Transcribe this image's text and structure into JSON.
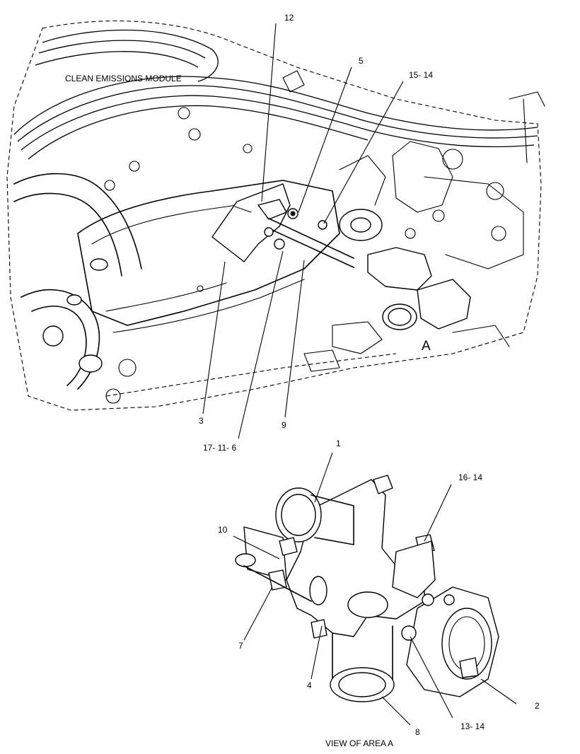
{
  "module_label": "CLEAN EMISSIONS MODULE",
  "area_marker": "A",
  "view_caption": "VIEW OF AREA  A",
  "callouts_main": {
    "c12": "12",
    "c5": "5",
    "c15_14": "15- 14",
    "c3": "3",
    "c17_11_6": "17- 11- 6",
    "c9": "9"
  },
  "callouts_detail": {
    "c1": "1",
    "c16_14": "16- 14",
    "c10": "10",
    "c7": "7",
    "c4": "4",
    "c8": "8",
    "c13_14": "13- 14",
    "c2": "2"
  }
}
